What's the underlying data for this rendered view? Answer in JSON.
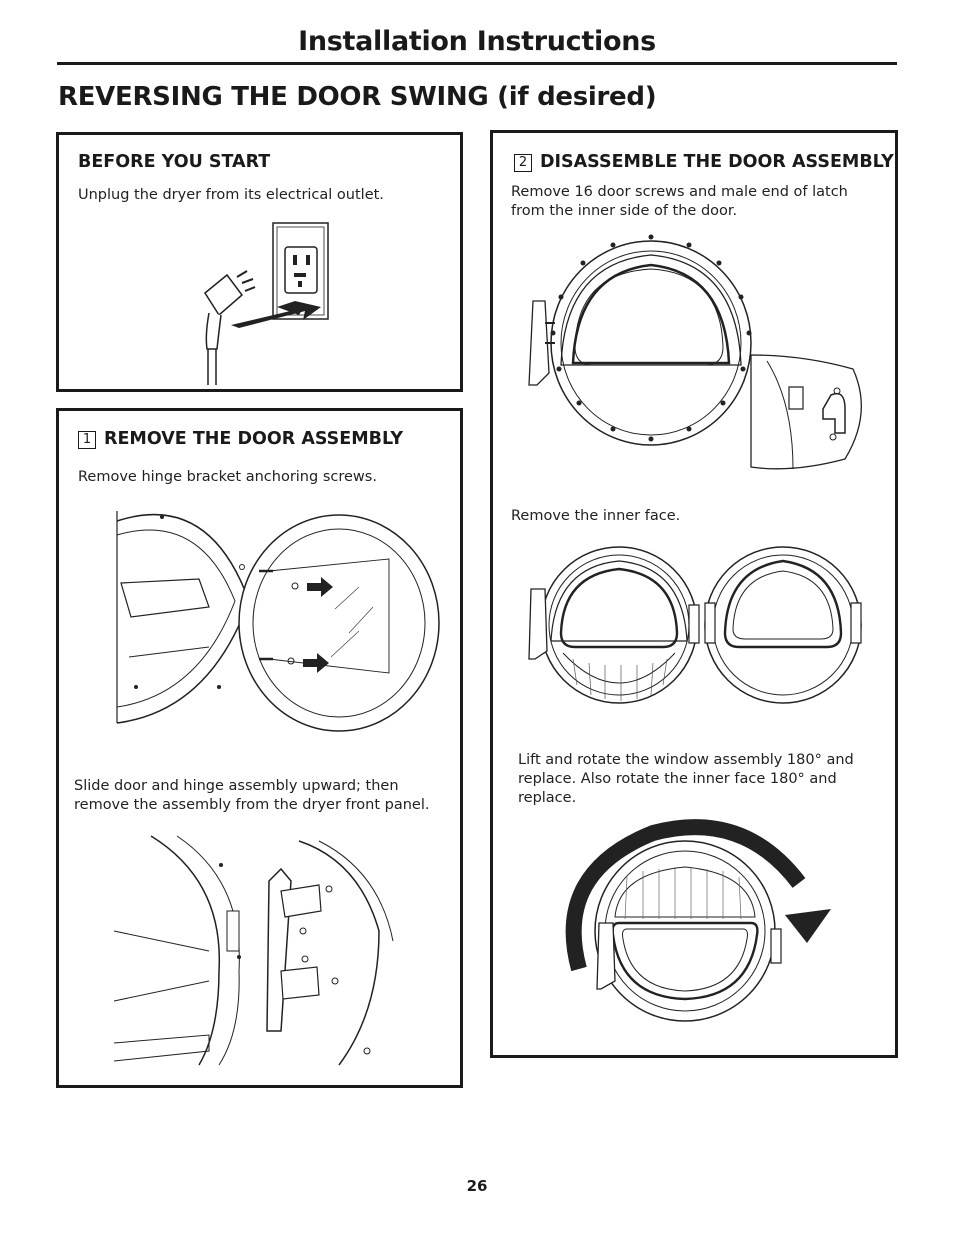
{
  "header": {
    "title": "Installation Instructions"
  },
  "section": {
    "title": "REVERSING THE DOOR SWING (if desired)"
  },
  "before": {
    "title": "BEFORE YOU START",
    "text": "Unplug the dryer from its electrical outlet."
  },
  "step1": {
    "num": "1",
    "title": "REMOVE THE DOOR ASSEMBLY",
    "text1": "Remove hinge bracket anchoring screws.",
    "text2": "Slide door and hinge assembly upward; then remove the assembly from the dryer front panel."
  },
  "step2": {
    "num": "2",
    "title": "DISASSEMBLE THE DOOR ASSEMBLY",
    "text1": "Remove 16 door screws and male end of latch from the inner side of the door.",
    "text2": "Remove the inner face.",
    "text3": "Lift and rotate the window assembly 180° and replace. Also rotate the inner face 180° and replace."
  },
  "footer": {
    "page_number": "26"
  }
}
